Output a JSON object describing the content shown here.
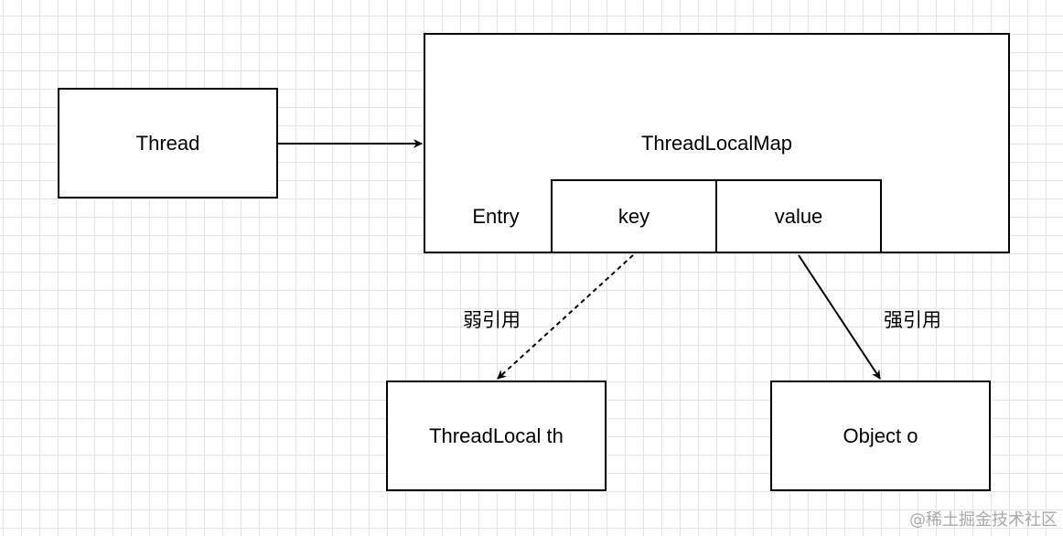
{
  "nodes": {
    "thread": "Thread",
    "thread_local_map": "ThreadLocalMap",
    "entry": "Entry",
    "key": "key",
    "value": "value",
    "thread_local": "ThreadLocal th",
    "object": "Object o"
  },
  "edges": {
    "weak_reference_label": "弱引用",
    "strong_reference_label": "强引用"
  },
  "watermark": "@稀土掘金技术社区",
  "colors": {
    "background": "#ffffff",
    "grid_line": "#e4e4e4",
    "stroke": "#000000"
  }
}
